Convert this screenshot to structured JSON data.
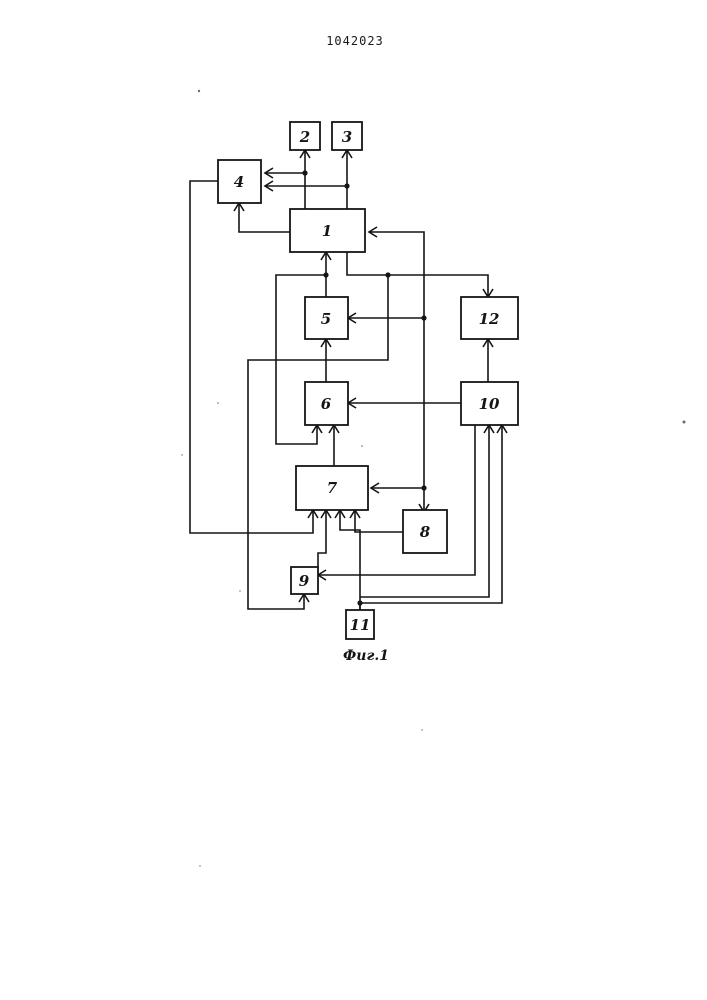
{
  "header": {
    "page_number": "1042023"
  },
  "figure": {
    "caption": "Фиг.1",
    "blocks": [
      {
        "id": "1",
        "label": "1"
      },
      {
        "id": "2",
        "label": "2"
      },
      {
        "id": "3",
        "label": "3"
      },
      {
        "id": "4",
        "label": "4"
      },
      {
        "id": "5",
        "label": "5"
      },
      {
        "id": "6",
        "label": "6"
      },
      {
        "id": "7",
        "label": "7"
      },
      {
        "id": "8",
        "label": "8"
      },
      {
        "id": "9",
        "label": "9"
      },
      {
        "id": "10",
        "label": "10"
      },
      {
        "id": "11",
        "label": "11"
      },
      {
        "id": "12",
        "label": "12"
      }
    ]
  }
}
